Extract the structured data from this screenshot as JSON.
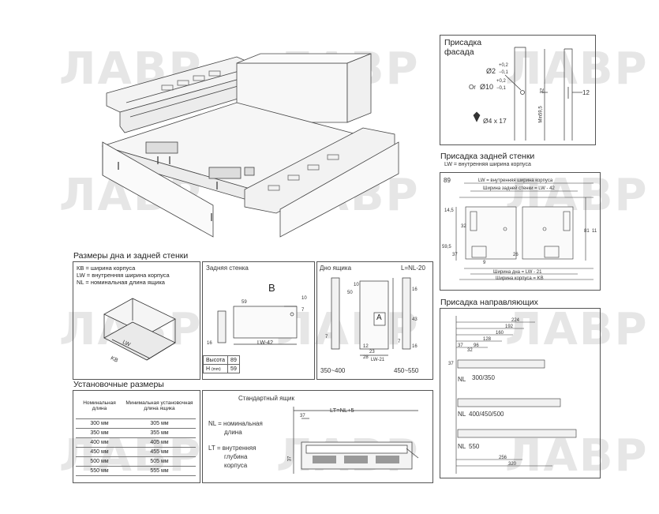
{
  "watermark": {
    "text": "ЛАВР"
  },
  "facade": {
    "title_line1": "Присадка",
    "title_line2": "фасада",
    "d2": "Ø2",
    "d2_tol_plus": "+0,2",
    "d2_tol_minus": "−0,1",
    "or_label": "Or",
    "d10": "Ø10",
    "d10_tol_plus": "+0,2",
    "d10_tol_minus": "−0,1",
    "dim_32": "32",
    "dim_min": "Min59,5",
    "dim_12": "12",
    "screw": "Ø4 x 17"
  },
  "back_wall": {
    "title": "Присадка задней стенки",
    "subtitle": "LW = внутренняя ширина корпуса",
    "height": "89",
    "lw_label": "LW = внутренняя ширина корпуса",
    "rear_label": "Ширина задней стенки = LW - 42",
    "kb_label": "Ширина корпуса = KB",
    "bottom_label": "Ширина дна = LW - 21",
    "d145": "14,5",
    "d32": "32",
    "d595": "59,5",
    "d37": "37",
    "d26": "26",
    "d81": "81",
    "d11": "11",
    "d9": "9"
  },
  "bottom_sizes": {
    "title": "Размеры дна и задней стенки",
    "legend": [
      "КВ = ширина корпуса",
      "LW = внутренняя ширина корпуса",
      "NL = номинальная длина ящика"
    ],
    "lw": "LW",
    "kb": "KB"
  },
  "rear_wall": {
    "title": "Задняя стенка",
    "letter": "B",
    "d59": "59",
    "d10": "10",
    "d7": "7",
    "d16": "16",
    "dim": "LW-42",
    "height_label": "Высота",
    "height_value": "89",
    "h_label": "H",
    "h_unit": "(mm)",
    "h_value": "59"
  },
  "drawer_bottom": {
    "title": "Дно ящика",
    "nl_label": "L=NL-20",
    "letter": "A",
    "dims": [
      "10",
      "50",
      "7",
      "12",
      "23",
      "28",
      "LW-21",
      "16",
      "7",
      "43",
      "16"
    ],
    "range1": "350~400",
    "range2": "450~550"
  },
  "guides": {
    "title": "Присадка направляющих",
    "dims": [
      "224",
      "192",
      "160",
      "128",
      "96",
      "37",
      "32",
      "37"
    ],
    "nl_label": "NL",
    "groups": [
      "300/350",
      "400/450/500",
      "550"
    ],
    "bottom_dims": [
      "256",
      "320"
    ]
  },
  "install": {
    "title": "Установочные размеры",
    "col1": "Номинальная длина",
    "col2": "Минимальная установочная длина ящика",
    "rows": [
      [
        "300 мм",
        "305 мм"
      ],
      [
        "350 мм",
        "355 мм"
      ],
      [
        "400 мм",
        "405 мм"
      ],
      [
        "450 мм",
        "455 мм"
      ],
      [
        "500 мм",
        "505 мм"
      ],
      [
        "550 мм",
        "555 мм"
      ]
    ]
  },
  "standard": {
    "title": "Стандартный ящик",
    "lt_label": "LT=NL+5",
    "nl_def1": "NL = номинальная",
    "nl_def2": "длина",
    "lt_def1": "LT = внутренняя",
    "lt_def2": "глубина",
    "lt_def3": "корпуса",
    "d37": "37",
    "d37b": "37"
  }
}
